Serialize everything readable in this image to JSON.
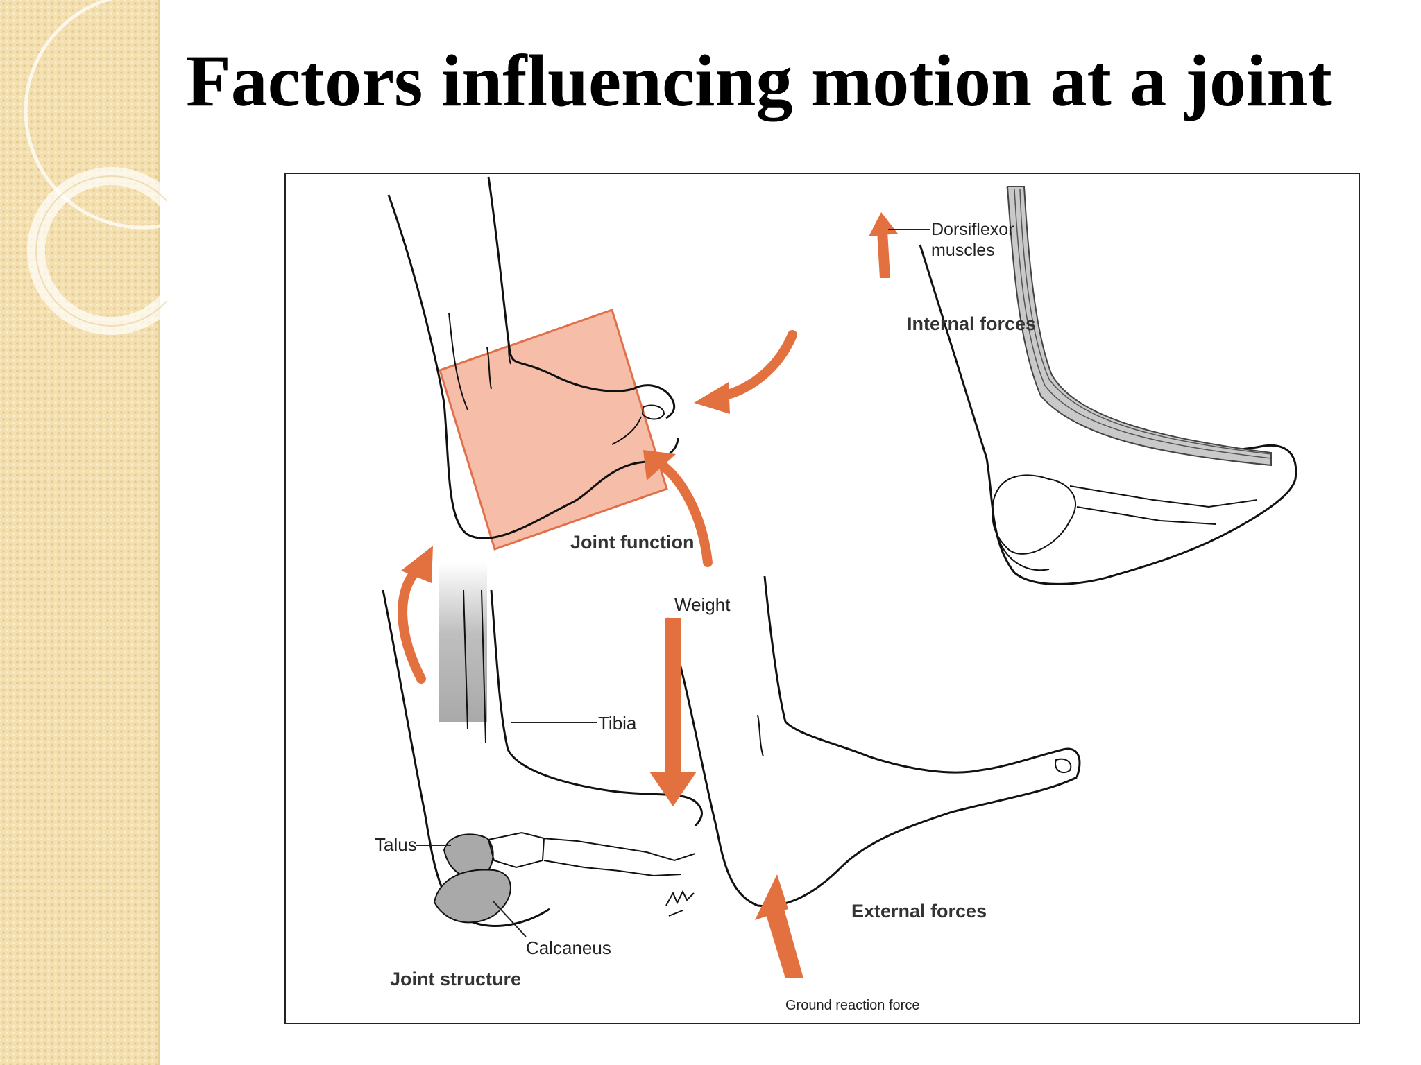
{
  "slide": {
    "title": "Factors influencing motion at a joint"
  },
  "diagram": {
    "panels": {
      "joint_function": "Joint function",
      "joint_structure": "Joint structure",
      "internal_forces": "Internal forces",
      "external_forces": "External forces"
    },
    "labels": {
      "dorsiflexor_line1": "Dorsiflexor",
      "dorsiflexor_line2": "muscles",
      "tibia": "Tibia",
      "talus": "Talus",
      "calcaneus": "Calcaneus",
      "weight": "Weight",
      "ground_reaction_force": "Ground reaction force"
    },
    "colors": {
      "accent_orange": "#e2713f",
      "highlight_fill": "#f4b29a",
      "highlight_stroke": "#e0704a",
      "bone_gray": "#a9a9a9",
      "muscle_gray": "#c9c9c9",
      "band_tan": "#f3dfb0"
    }
  }
}
